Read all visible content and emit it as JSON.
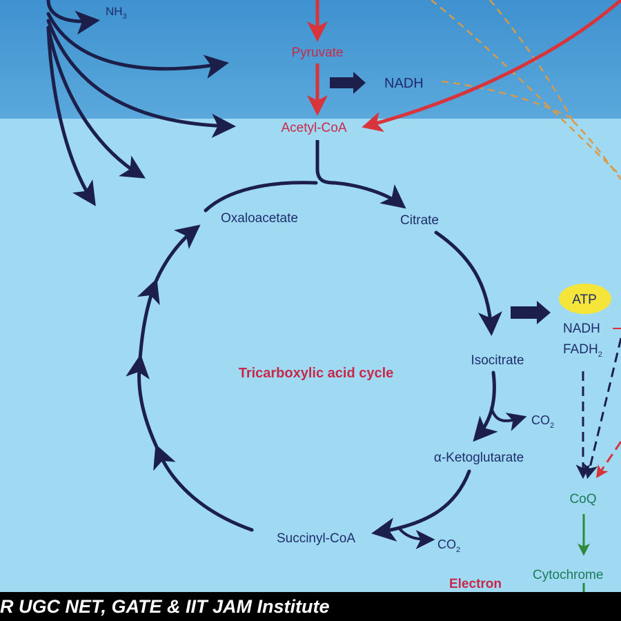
{
  "diagram": {
    "top_labels": {
      "nh3": "NH",
      "nh3_sub": "3",
      "pyruvate": "Pyruvate",
      "nadh_top": "NADH",
      "acetyl_coa": "Acetyl-CoA"
    },
    "cycle": {
      "title": "Tricarboxylic acid cycle",
      "oxaloacetate": "Oxaloacetate",
      "citrate": "Citrate",
      "isocitrate": "Isocitrate",
      "co2_1": "CO",
      "co2_1_sub": "2",
      "ketoglutarate": "α-Ketoglutarate",
      "succinyl_coa": "Succinyl-CoA",
      "co2_2": "CO",
      "co2_2_sub": "2"
    },
    "right_panel": {
      "atp": "ATP",
      "nadh": "NADH",
      "fadh2": "FADH",
      "fadh2_sub": "2",
      "coq": "CoQ",
      "cytochrome": "Cytochrome"
    },
    "bottom_label": "Electron",
    "colors": {
      "arrow_dark": "#1c1f4a",
      "arrow_red": "#d8343c",
      "label_red": "#c8284a",
      "label_navy": "#1f2d6e",
      "label_green": "#1c7a5a",
      "arrow_green": "#2f8a3a",
      "atp_fill": "#f5e43a",
      "dashed_orange": "#d89a4a"
    }
  },
  "banner": {
    "text": "R UGC NET, GATE & IIT JAM Institute"
  }
}
